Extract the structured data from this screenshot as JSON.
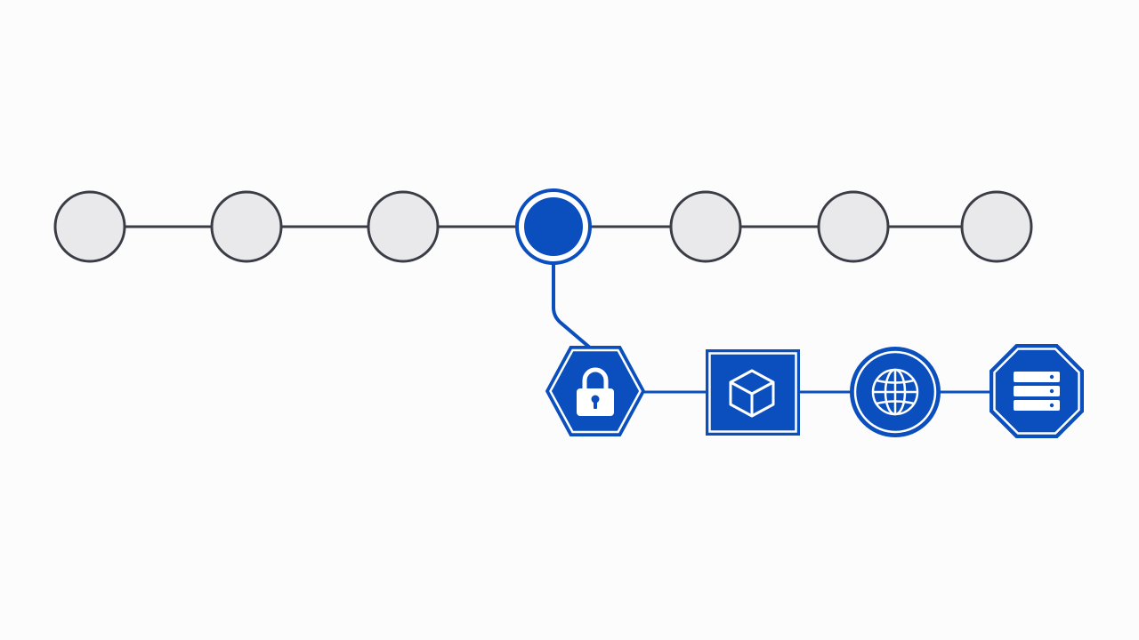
{
  "colors": {
    "background": "#fcfcfc",
    "node_fill": "#e9e9eb",
    "node_stroke": "#3b3d46",
    "accent": "#0a4fbd",
    "icon": "#ffffff"
  },
  "timeline": {
    "node_count": 7,
    "active_index": 3
  },
  "branch": {
    "nodes": [
      {
        "shape": "hexagon",
        "icon": "lock-icon"
      },
      {
        "shape": "square",
        "icon": "cube-icon"
      },
      {
        "shape": "circle",
        "icon": "globe-icon"
      },
      {
        "shape": "octagon",
        "icon": "server-icon"
      }
    ]
  }
}
